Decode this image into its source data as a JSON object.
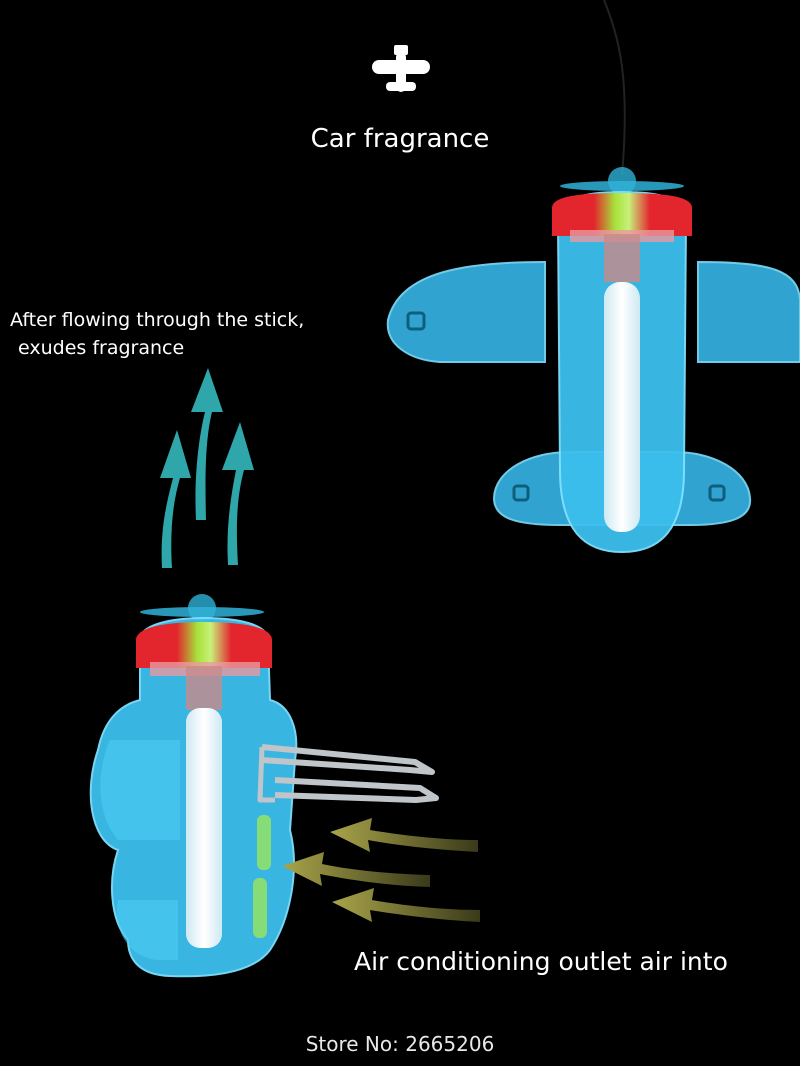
{
  "heading": "Car fragrance",
  "note": {
    "line1": "After flowing through the stick,",
    "line2": "exudes fragrance"
  },
  "airflow_label": "Air conditioning outlet air into",
  "footer": "Store No: 2665206",
  "icons": [
    "airplane-logo-icon",
    "arrow-up-icon",
    "arrow-left-icon"
  ],
  "colors": {
    "background": "#000000",
    "body_cyan": "#37b5e8",
    "cap_red": "#e3262d",
    "cap_green": "#a7e23a",
    "arrow_teal": "#2fa6a9",
    "arrow_olive": "#8d8b3f",
    "clip_gray": "#bfc5c8"
  }
}
